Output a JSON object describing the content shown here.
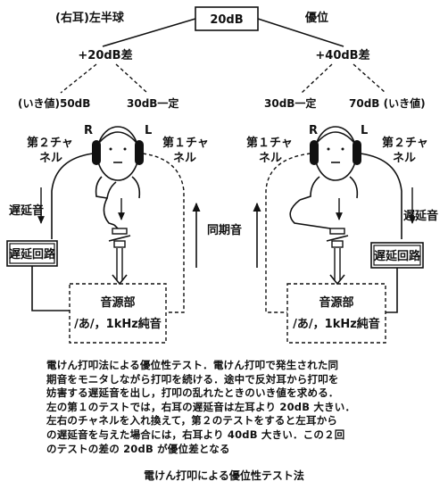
{
  "top": {
    "left_label": "(右耳)左半球",
    "center_box": "20dB",
    "right_label": "優位"
  },
  "left": {
    "diff": "+20dB差",
    "threshold_left": "(いき値)50dB",
    "threshold_right": "30dB一定",
    "ear_r": "R",
    "ear_l": "L",
    "channel2": [
      "第２チャ",
      "ネル"
    ],
    "channel1": [
      "第１チャ",
      "ネル"
    ],
    "delay_sound": "遅延音",
    "delay_circuit": "遅延回路",
    "source_title": "音源部",
    "source_sub": "/あ/，1kHz純音"
  },
  "right": {
    "diff": "+40dB差",
    "threshold_left": "30dB一定",
    "threshold_right": "70dB (いき値)",
    "ear_r": "R",
    "ear_l": "L",
    "channel1": [
      "第１チャ",
      "ネル"
    ],
    "channel2": [
      "第２チャ",
      "ネル"
    ],
    "delay_sound": "遅延音",
    "delay_circuit": "遅延回路",
    "source_title": "音源部",
    "source_sub": "/あ/，1kHz純音"
  },
  "sync_sound": "同期音",
  "caption_lines": [
    "電けん打叩法による優位性テスト．電けん打叩で発生された同",
    "期音をモニタしながら打叩を続ける．途中で反対耳から打叩を",
    "妨害する遅延音を出し，打叩の乱れたときのいき値を求める．",
    "左の第１のテストでは，右耳の遅延音は左耳より 20dB 大きい．",
    "左右のチャネルを入れ換えて，第２のテストをすると左耳から",
    "の遅延音を与えた場合には，右耳より 40dB 大きい．この２回",
    "のテストの差の 20dB が優位差となる"
  ],
  "figure_title": "電けん打叩による優位性テスト法"
}
